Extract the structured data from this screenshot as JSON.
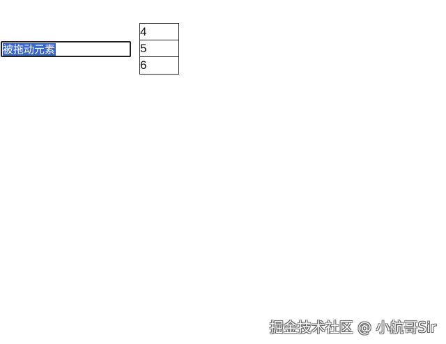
{
  "drag_input": {
    "value": "被拖动元素",
    "selected": true,
    "selection_color": "#3a66c4"
  },
  "drop_list": {
    "items": [
      {
        "label": "4"
      },
      {
        "label": "5"
      },
      {
        "label": "6"
      }
    ]
  },
  "watermark": {
    "text": "掘金技术社区 @ 小航哥Sir"
  }
}
